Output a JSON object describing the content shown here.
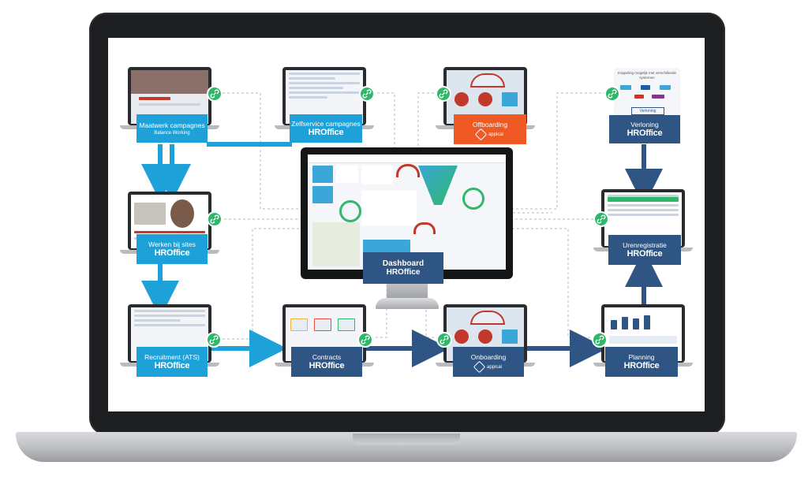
{
  "brand": "HROffice",
  "appical": "appical",
  "nodes": {
    "maatwerk": {
      "title": "Maatwerk campagnes",
      "sub": "Balance Working"
    },
    "zelfservice": {
      "title": "Zelfservice campagnes"
    },
    "offboarding": {
      "title": "Offboarding"
    },
    "verloning": {
      "title": "Verloning",
      "header": "Koppeling mogelijk met verschillende systemen",
      "tag": "Verloning"
    },
    "werken": {
      "title": "Werken bij sites"
    },
    "urenregistratie": {
      "title": "Urenregistratie"
    },
    "recruitment": {
      "title": "Recruitment (ATS)"
    },
    "contracts": {
      "title": "Contracts"
    },
    "onboarding": {
      "title": "Onboarding"
    },
    "planning": {
      "title": "Planning"
    },
    "dashboard": {
      "title": "Dashboard"
    }
  },
  "colors": {
    "light_blue": "#1ea0d9",
    "navy": "#2e5583",
    "orange": "#ef5a24",
    "link_green": "#2fb86a"
  },
  "icons": [
    "link-icon",
    "appical-hex-icon"
  ]
}
